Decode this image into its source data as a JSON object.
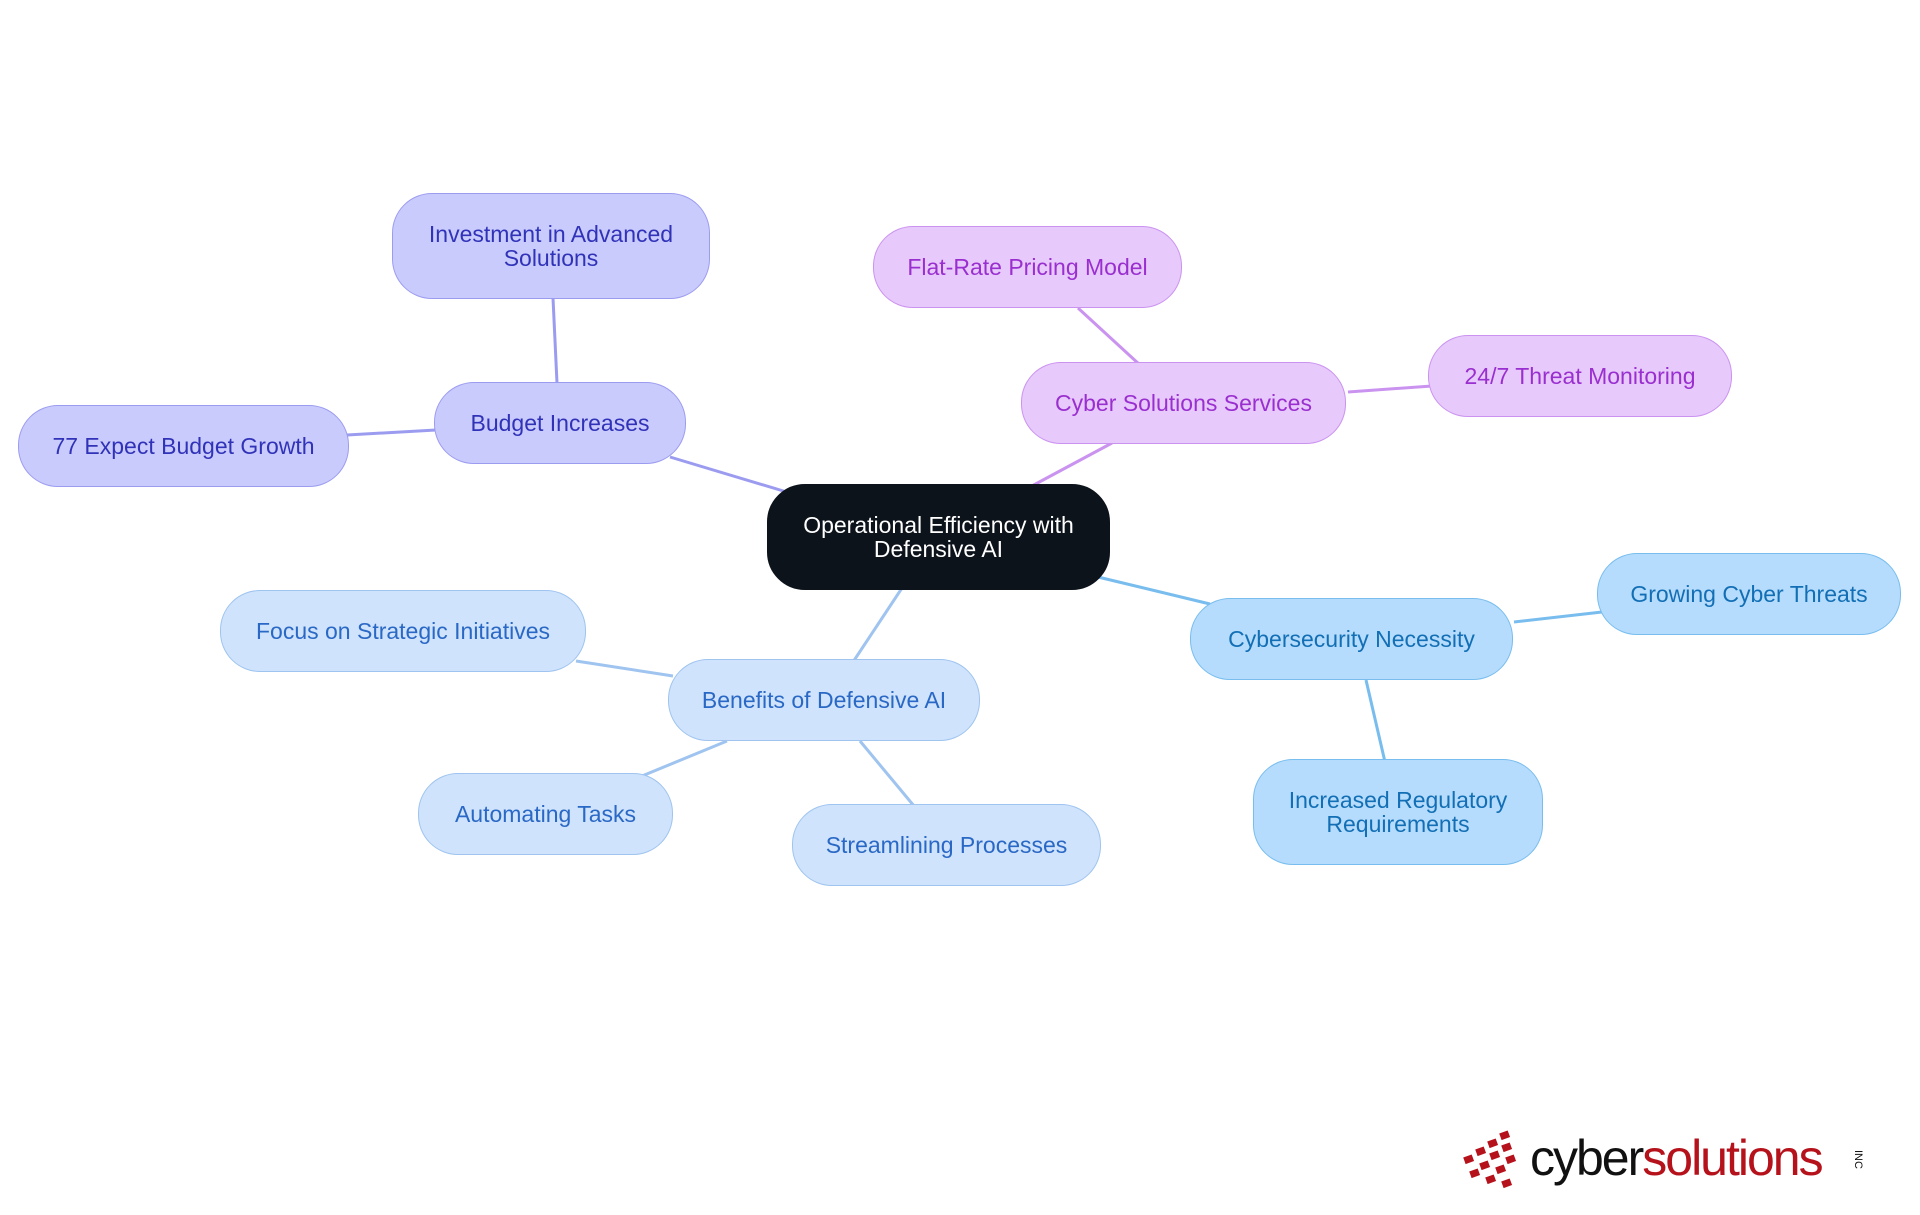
{
  "diagram": {
    "root": {
      "label_line1": "Operational Efficiency with",
      "label_line2": "Defensive AI"
    },
    "budget": {
      "main": "Budget Increases",
      "child_invest_l1": "Investment in Advanced",
      "child_invest_l2": "Solutions",
      "child_growth": "77 Expect Budget Growth"
    },
    "cyber": {
      "main": "Cyber Solutions Services",
      "child_pricing": "Flat-Rate Pricing Model",
      "child_monitoring": "24/7 Threat Monitoring"
    },
    "benefits": {
      "main": "Benefits of Defensive AI",
      "child_focus": "Focus on Strategic Initiatives",
      "child_automating": "Automating Tasks",
      "child_streamlining": "Streamlining Processes"
    },
    "necessity": {
      "main": "Cybersecurity Necessity",
      "child_threats": "Growing Cyber Threats",
      "child_regulatory_l1": "Increased Regulatory",
      "child_regulatory_l2": "Requirements"
    }
  },
  "logo": {
    "part1": "cyber",
    "part2": "solutions",
    "suffix": "INC"
  },
  "colors": {
    "budget_edge": "#9b9cf0",
    "cyber_edge": "#cb93f0",
    "benefit_edge": "#9fc4ef",
    "necessity_edge": "#78bdee",
    "root_fill": "#0d131b",
    "logo_red": "#b5121b"
  }
}
